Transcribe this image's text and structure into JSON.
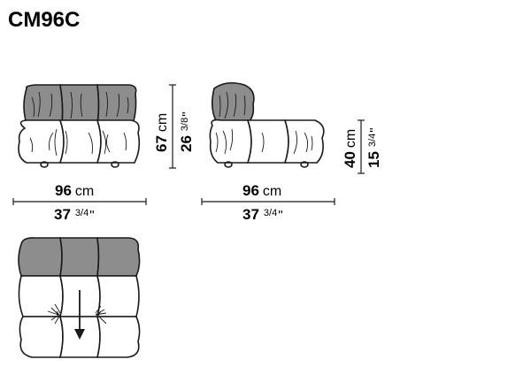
{
  "title": "CM96C",
  "front_view": {
    "width_metric": "96",
    "width_metric_unit": "cm",
    "width_imperial_whole": "37",
    "width_imperial_frac": "3/4",
    "width_imperial_mark": "\"",
    "height_metric": "67",
    "height_metric_unit": "cm",
    "height_imperial_whole": "26",
    "height_imperial_frac": "3/8",
    "height_imperial_mark": "\""
  },
  "side_view": {
    "width_metric": "96",
    "width_metric_unit": "cm",
    "width_imperial_whole": "37",
    "width_imperial_frac": "3/4",
    "width_imperial_mark": "\"",
    "height_metric": "40",
    "height_metric_unit": "cm",
    "height_imperial_whole": "15",
    "height_imperial_frac": "3/4",
    "height_imperial_mark": "\""
  },
  "colors": {
    "backrest": "#8d8d8d",
    "seat": "#ffffff",
    "line": "#1a1a1a"
  },
  "icons": {
    "direction_arrow": "arrow-down-icon"
  }
}
